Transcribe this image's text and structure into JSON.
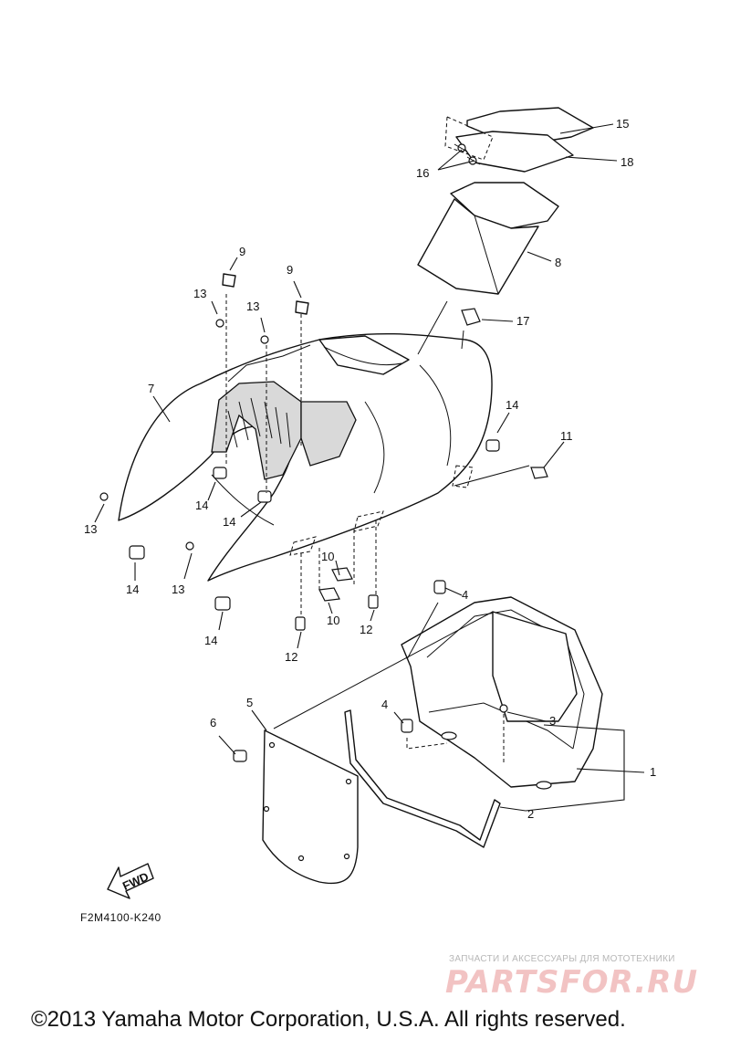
{
  "diagram": {
    "ref_code": "F2M4100-K240",
    "fwd_label": "FWD",
    "part_numbers": [
      "15",
      "18",
      "16",
      "8",
      "9",
      "13",
      "13",
      "9",
      "17",
      "7",
      "14",
      "11",
      "14",
      "14",
      "13",
      "14",
      "13",
      "14",
      "10",
      "10",
      "12",
      "12",
      "4",
      "5",
      "4",
      "3",
      "6",
      "1",
      "2"
    ]
  },
  "watermark": {
    "tagline": "ЗАПЧАСТИ И АКСЕССУАРЫ ДЛЯ МОТОТЕХНИКИ",
    "logo": "PARTSFOR.RU"
  },
  "footer": {
    "copyright": "©2013 Yamaha Motor Corporation, U.S.A. All rights reserved."
  }
}
